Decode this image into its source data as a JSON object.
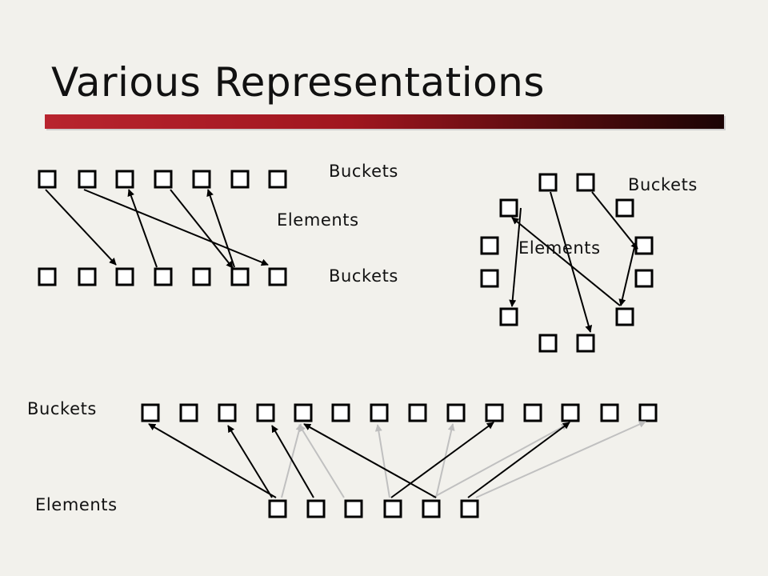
{
  "title": "Various Representations",
  "labels": {
    "a_buckets_top": "Buckets",
    "a_elements": "Elements",
    "a_buckets_bottom": "Buckets",
    "b_buckets": "Buckets",
    "b_elements": "Elements",
    "c_buckets": "Buckets",
    "c_elements": "Elements"
  },
  "colors": {
    "title_bar_start": "#b8242e",
    "title_bar_end": "#1b0405",
    "edge": "#000000",
    "edge_secondary": "#c0c0c0"
  }
}
